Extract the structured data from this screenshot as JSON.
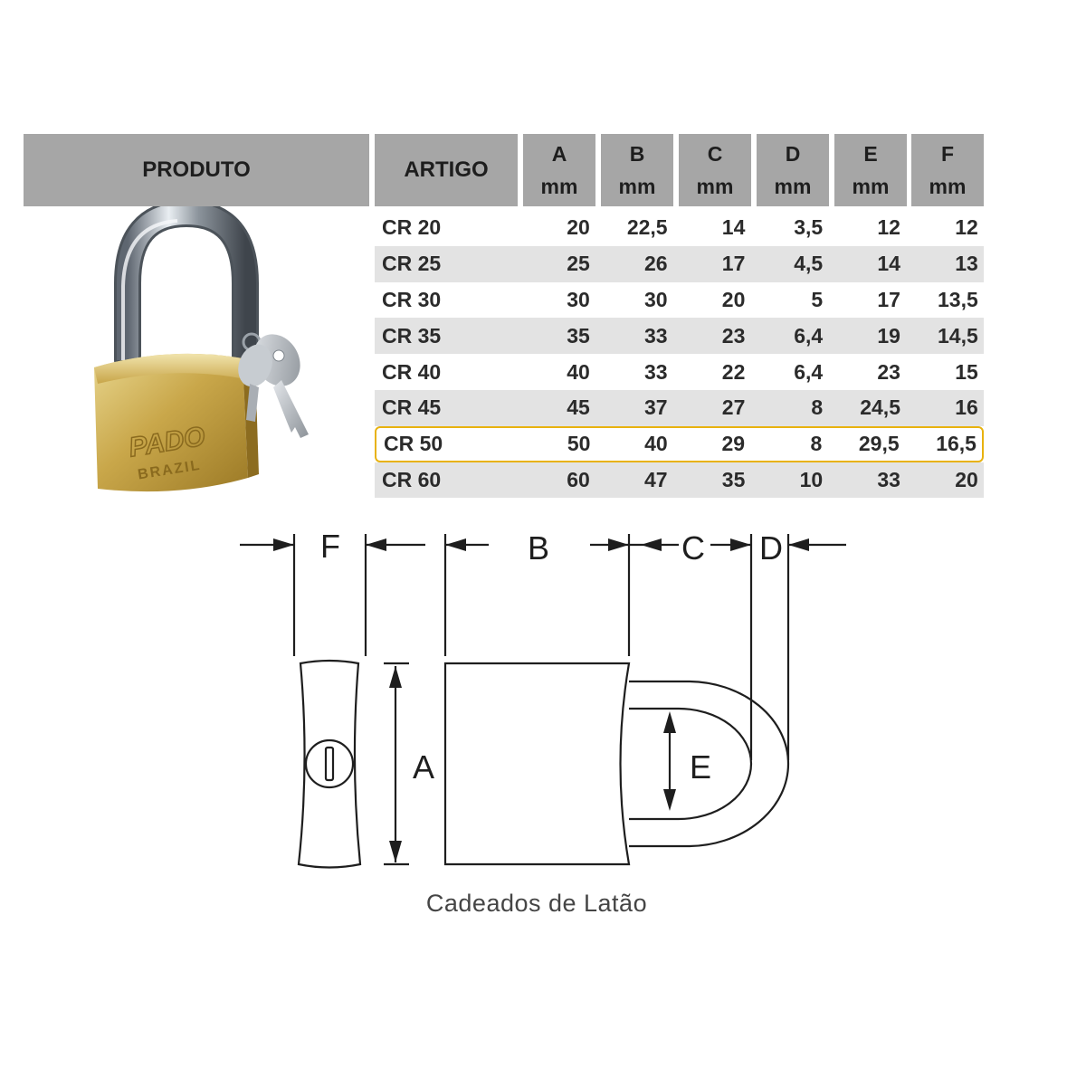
{
  "table": {
    "header": {
      "produto": "PRODUTO",
      "artigo": "ARTIGO",
      "columns": [
        {
          "letter": "A",
          "unit": "mm"
        },
        {
          "letter": "B",
          "unit": "mm"
        },
        {
          "letter": "C",
          "unit": "mm"
        },
        {
          "letter": "D",
          "unit": "mm"
        },
        {
          "letter": "E",
          "unit": "mm"
        },
        {
          "letter": "F",
          "unit": "mm"
        }
      ]
    },
    "rows": [
      {
        "artigo": "CR 20",
        "values": [
          "20",
          "22,5",
          "14",
          "3,5",
          "12",
          "12"
        ]
      },
      {
        "artigo": "CR 25",
        "values": [
          "25",
          "26",
          "17",
          "4,5",
          "14",
          "13"
        ]
      },
      {
        "artigo": "CR 30",
        "values": [
          "30",
          "30",
          "20",
          "5",
          "17",
          "13,5"
        ]
      },
      {
        "artigo": "CR 35",
        "values": [
          "35",
          "33",
          "23",
          "6,4",
          "19",
          "14,5"
        ]
      },
      {
        "artigo": "CR 40",
        "values": [
          "40",
          "33",
          "22",
          "6,4",
          "23",
          "15"
        ]
      },
      {
        "artigo": "CR 45",
        "values": [
          "45",
          "37",
          "27",
          "8",
          "24,5",
          "16"
        ]
      },
      {
        "artigo": "CR 50",
        "values": [
          "50",
          "40",
          "29",
          "8",
          "29,5",
          "16,5"
        ],
        "highlighted": true
      },
      {
        "artigo": "CR 60",
        "values": [
          "60",
          "47",
          "35",
          "10",
          "33",
          "20"
        ]
      }
    ],
    "highlight_color": "#e8b20f"
  },
  "photo": {
    "brand": "PADO",
    "origin": "BRAZIL"
  },
  "diagram": {
    "labels": {
      "F": "F",
      "B": "B",
      "C": "C",
      "D": "D",
      "A": "A",
      "E": "E"
    }
  },
  "caption": "Cadeados de Latão"
}
